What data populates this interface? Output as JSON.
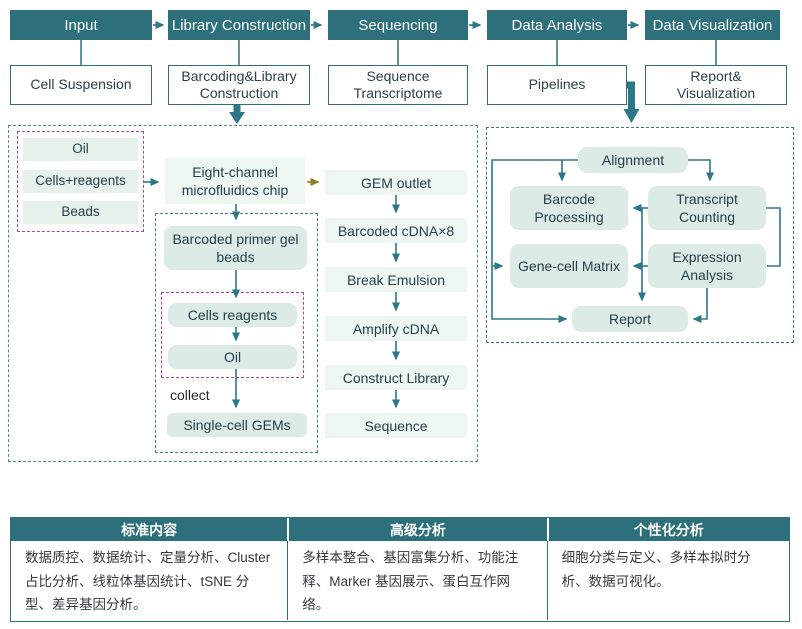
{
  "stages": [
    {
      "label": "Input",
      "sub": "Cell Suspension"
    },
    {
      "label": "Library Construction",
      "sub": "Barcoding&Library Construction"
    },
    {
      "label": "Sequencing",
      "sub": "Sequence Transcriptome"
    },
    {
      "label": "Data Analysis",
      "sub": "Pipelines"
    },
    {
      "label": "Data Visualization",
      "sub": "Report& Visualization"
    }
  ],
  "library_flow": {
    "inputs": [
      "Oil",
      "Cells+reagents",
      "Beads"
    ],
    "chip": "Eight-channel microfluidics chip",
    "gel_beads": "Barcoded primer gel beads",
    "emulsion": [
      "Cells reagents",
      "Oil"
    ],
    "collect_label": "collect",
    "gems": "Single-cell GEMs",
    "steps": [
      "GEM outlet",
      "Barcoded cDNA×8",
      "Break Emulsion",
      "Amplify cDNA",
      "Construct Library",
      "Sequence"
    ]
  },
  "analysis_flow": {
    "nodes": [
      "Alignment",
      "Barcode Processing",
      "Transcript Counting",
      "Gene-cell Matrix",
      "Expression Analysis",
      "Report"
    ]
  },
  "table": {
    "columns": [
      {
        "header": "标准内容",
        "body": "数据质控、数据统计、定量分析、Cluster 占比分析、线粒体基因统计、tSNE 分型、差异基因分析。"
      },
      {
        "header": "高级分析",
        "body": "多样本整合、基因富集分析、功能注释、Marker 基因展示、蛋白互作网络。"
      },
      {
        "header": "个性化分析",
        "body": "细胞分类与定义、多样本拟时分析、数据可视化。"
      }
    ]
  },
  "colors": {
    "header_teal": "#2d6f7a",
    "arrow_teal": "#2d7886",
    "arrow_olive": "#8e7c27",
    "magenta_dash": "#a844b4",
    "teal_dash": "#4a8b9d",
    "mint_fill": "#e6f1eb",
    "rounded_fill": "#dcebe5"
  }
}
